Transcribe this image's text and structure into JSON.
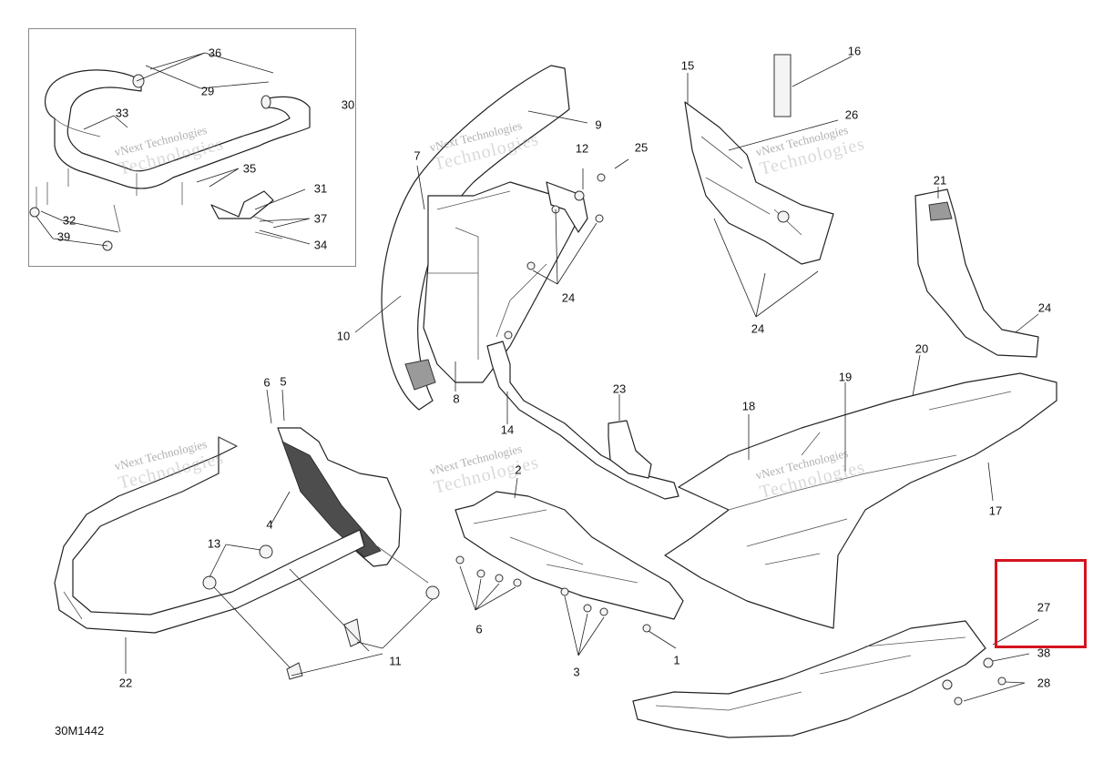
{
  "figure_code": "30M1442",
  "watermark": {
    "line1": "vNext Technologies",
    "line2": "Technologies"
  },
  "highlighted_callout": "27",
  "callouts": {
    "c1": "1",
    "c2": "2",
    "c3": "3",
    "c4": "4",
    "c5": "5",
    "c6": "6",
    "c6b": "6",
    "c7": "7",
    "c8": "8",
    "c9": "9",
    "c10": "10",
    "c11": "11",
    "c12": "12",
    "c13": "13",
    "c14": "14",
    "c15": "15",
    "c16": "16",
    "c17": "17",
    "c18": "18",
    "c19": "19",
    "c20": "20",
    "c21": "21",
    "c22": "22",
    "c23": "23",
    "c24a": "24",
    "c24b": "24",
    "c24c": "24",
    "c25": "25",
    "c26": "26",
    "c27": "27",
    "c28": "28",
    "c29": "29",
    "c30": "30",
    "c31": "31",
    "c32": "32",
    "c33": "33",
    "c34": "34",
    "c35": "35",
    "c36": "36",
    "c37": "37",
    "c38": "38",
    "c39": "39"
  },
  "colors": {
    "highlight": "#d4141e",
    "line": "#222222"
  }
}
